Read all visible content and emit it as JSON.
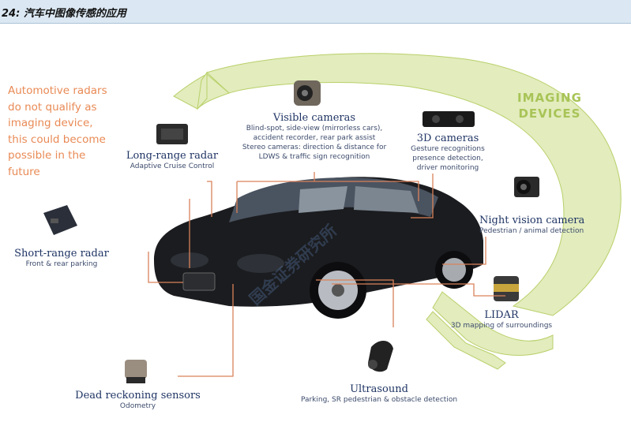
{
  "caption": "24: 汽车中图像传感的应用",
  "note_lines": [
    "Automotive radars",
    "do not qualify as",
    "imaging device,",
    "this could become",
    "possible in the",
    "future"
  ],
  "imaging_devices": [
    "IMAGING",
    "DEVICES"
  ],
  "labels": {
    "visible_cameras": {
      "title": "Visible cameras",
      "lines": [
        "Blind-spot, side-view (mirrorless cars),",
        "accident recorder, rear park assist",
        "Stereo cameras: direction & distance for",
        "LDWS & traffic sign recognition"
      ]
    },
    "cameras_3d": {
      "title": "3D cameras",
      "lines": [
        "Gesture recognitions",
        "presence detection,",
        "driver monitoring"
      ]
    },
    "night_vision": {
      "title": "Night vision camera",
      "lines": [
        "Pedestrian / animal detection"
      ]
    },
    "lidar": {
      "title": "LIDAR",
      "lines": [
        "3D mapping of surroundings"
      ]
    },
    "long_range_radar": {
      "title": "Long-range radar",
      "lines": [
        "Adaptive Cruise Control"
      ]
    },
    "short_range_radar": {
      "title": "Short-range radar",
      "lines": [
        "Front & rear parking"
      ]
    },
    "dead_reckoning": {
      "title": "Dead reckoning sensors",
      "lines": [
        "Odometry"
      ]
    },
    "ultrasound": {
      "title": "Ultrasound",
      "lines": [
        "Parking, SR pedestrian & obstacle detection"
      ]
    }
  },
  "watermark": "国金证券研究所",
  "colors": {
    "arc_fill": "#e2ecbd",
    "arc_stroke": "#b9d06a",
    "label_text": "#1f3464",
    "note_text": "#e98a55",
    "imaging_text": "#a8c457",
    "leader_line": "#d9825a",
    "caption_bg": "#dbe8f3"
  }
}
